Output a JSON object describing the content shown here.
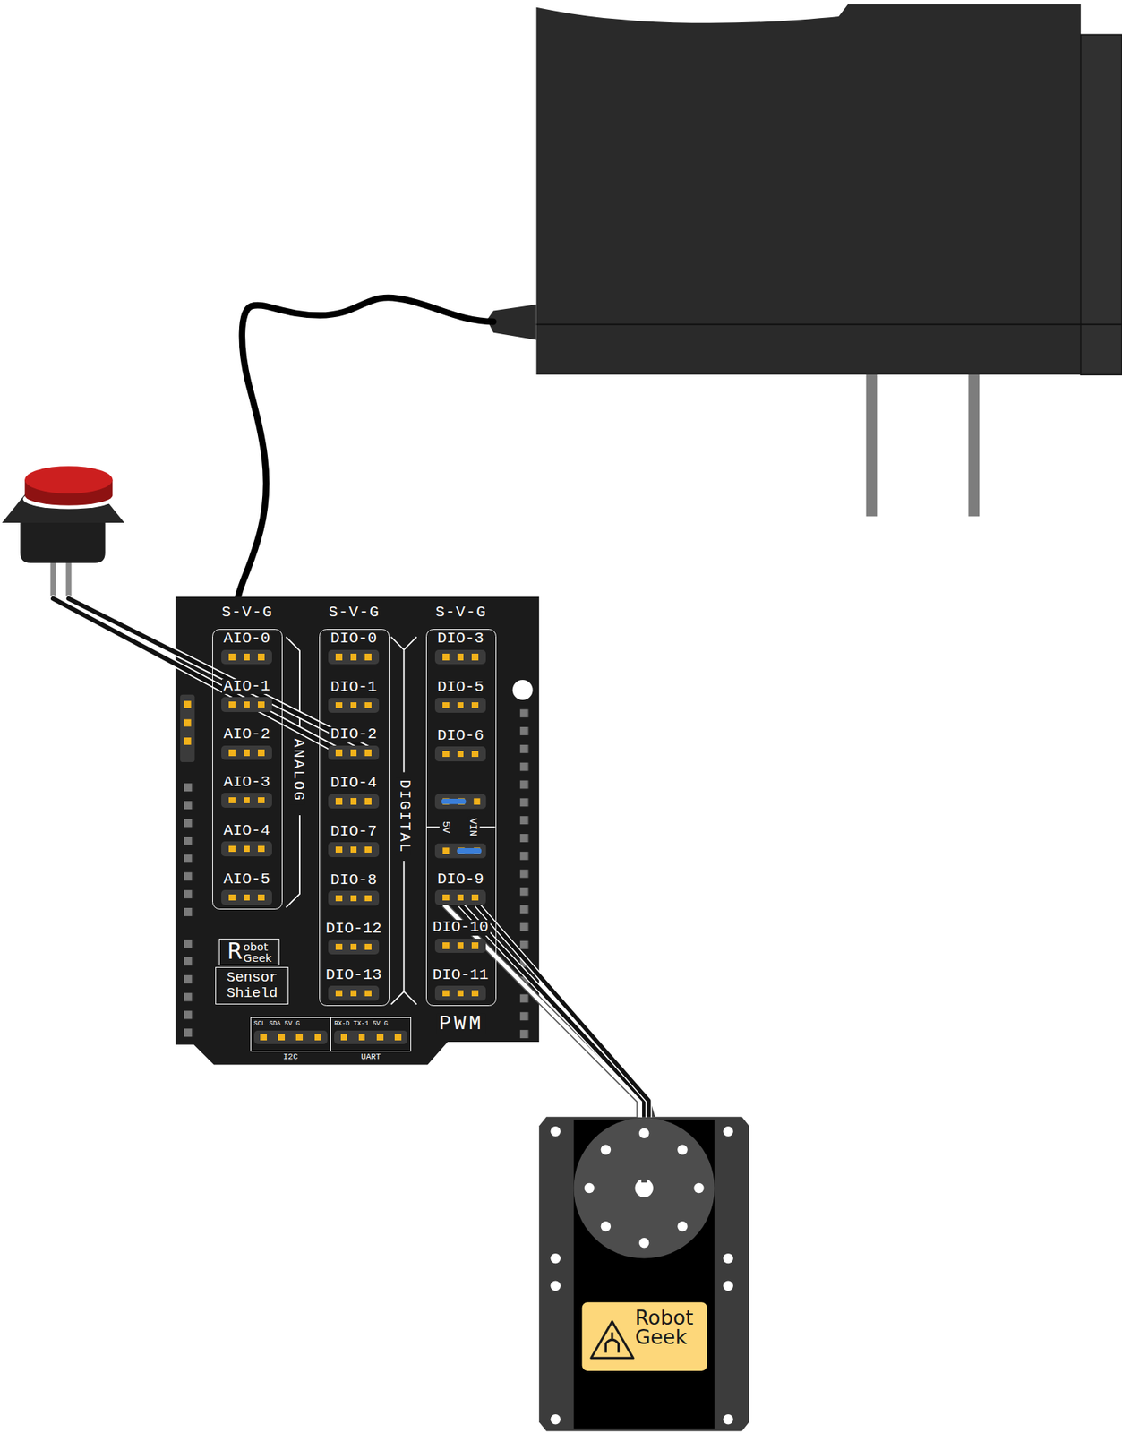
{
  "diagram": {
    "nodes": [
      {
        "text": [
          "S-V-G"
        ]
      },
      {
        "text": [
          "AIO-0"
        ],
        "in": 0
      },
      {
        "text": [
          "AIO-1"
        ],
        "in": 0
      },
      {
        "text": [
          "AIO-2"
        ],
        "in": 0
      },
      {
        "text": [
          "AIO-3"
        ],
        "in": 0
      },
      {
        "text": [
          "AIO-4"
        ],
        "in": 0
      },
      {
        "text": [
          "AIO-5"
        ],
        "in": 0
      },
      {
        "text": [
          "S-V-G"
        ]
      },
      {
        "text": [
          "DIO-0"
        ],
        "in": 7
      },
      {
        "text": [
          "DIO-1"
        ],
        "in": 7
      },
      {
        "text": [
          "DIO-2"
        ],
        "in": 7
      },
      {
        "text": [
          "DIO-4"
        ],
        "in": 7
      },
      {
        "text": [
          "DIO-7"
        ],
        "in": 7
      },
      {
        "text": [
          "DIO-8"
        ],
        "in": 7
      },
      {
        "text": [
          "DIO-12"
        ],
        "in": 7
      },
      {
        "text": [
          "DIO-13"
        ],
        "in": 7
      },
      {
        "text": [
          "S-V-G"
        ]
      },
      {
        "text": [
          "DIO-3"
        ],
        "in": 16
      },
      {
        "text": [
          "DIO-5"
        ],
        "in": 16
      },
      {
        "text": [
          "DIO-6"
        ],
        "in": 16
      },
      {
        "text": [
          "DIO-9"
        ],
        "in": 16
      },
      {
        "text": [
          "DIO-10"
        ],
        "in": 16
      },
      {
        "text": [
          "DIO-11"
        ],
        "in": 16
      },
      {
        "text": [
          "R",
          "obot",
          "Geek"
        ]
      },
      {
        "text": [
          "Sensor Shield"
        ]
      },
      {
        "text": [
          "SCL SDA 5V G",
          "I2C"
        ]
      },
      {
        "text": [
          "RX-D TX-1 5V G",
          "UART"
        ]
      },
      {
        "text": [
          "Robot Geek"
        ]
      }
    ],
    "edges": [
      {
        "from": 27,
        "to": 20,
        "arrow": "none"
      }
    ],
    "labels": [
      "ANALOG",
      "DIGITAL",
      "PWM",
      "5V",
      "VIN"
    ]
  }
}
